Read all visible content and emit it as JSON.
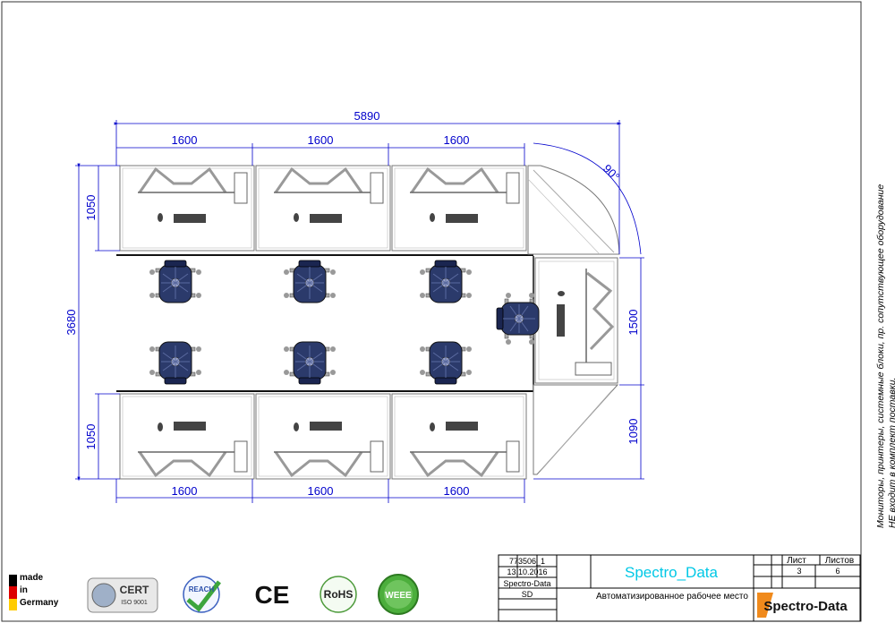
{
  "drawing": {
    "dimensions": {
      "total_width": "5890",
      "desk_width_top_1": "1600",
      "desk_width_top_2": "1600",
      "desk_width_top_3": "1600",
      "desk_width_bottom_1": "1600",
      "desk_width_bottom_2": "1600",
      "desk_width_bottom_3": "1600",
      "total_height": "3680",
      "desk_depth_top": "1050",
      "desk_depth_bottom": "1050",
      "corner_angle": "90°",
      "side_desk_height": "1500",
      "side_segment_height": "1090"
    }
  },
  "note": {
    "line1": "Мониторы, принтеры, системные блоки, пр. сопутствующее оборудование",
    "line2": "НЕ входит в комплект поставки."
  },
  "title_block": {
    "doc_number": "773506_1",
    "date": "13.10.2016",
    "company_small": "Spectro-Data",
    "code": "SD",
    "project_name": "Spectro_Data",
    "description": "Автоматизированное рабочее место",
    "sheet_label": "Лист",
    "sheets_label": "Листов",
    "sheet_value": "3",
    "sheets_value": "6",
    "logo_text": "Spectro-Data"
  },
  "certifications": {
    "made_in_1": "made",
    "made_in_2": "in",
    "made_in_3": "Germany",
    "cert_label": "CERT",
    "cert_sub": "ISO 9001",
    "reach_label": "REACH",
    "ce_label": "CE",
    "rohs_label": "RoHS",
    "weee_label": "WEEE"
  },
  "colors": {
    "dimension_lines": "#0000cc",
    "chair_fill": "#2b3a6b",
    "project_title": "#00c8e6",
    "logo_orange": "#f08a1c",
    "furniture_lines": "#555555"
  }
}
